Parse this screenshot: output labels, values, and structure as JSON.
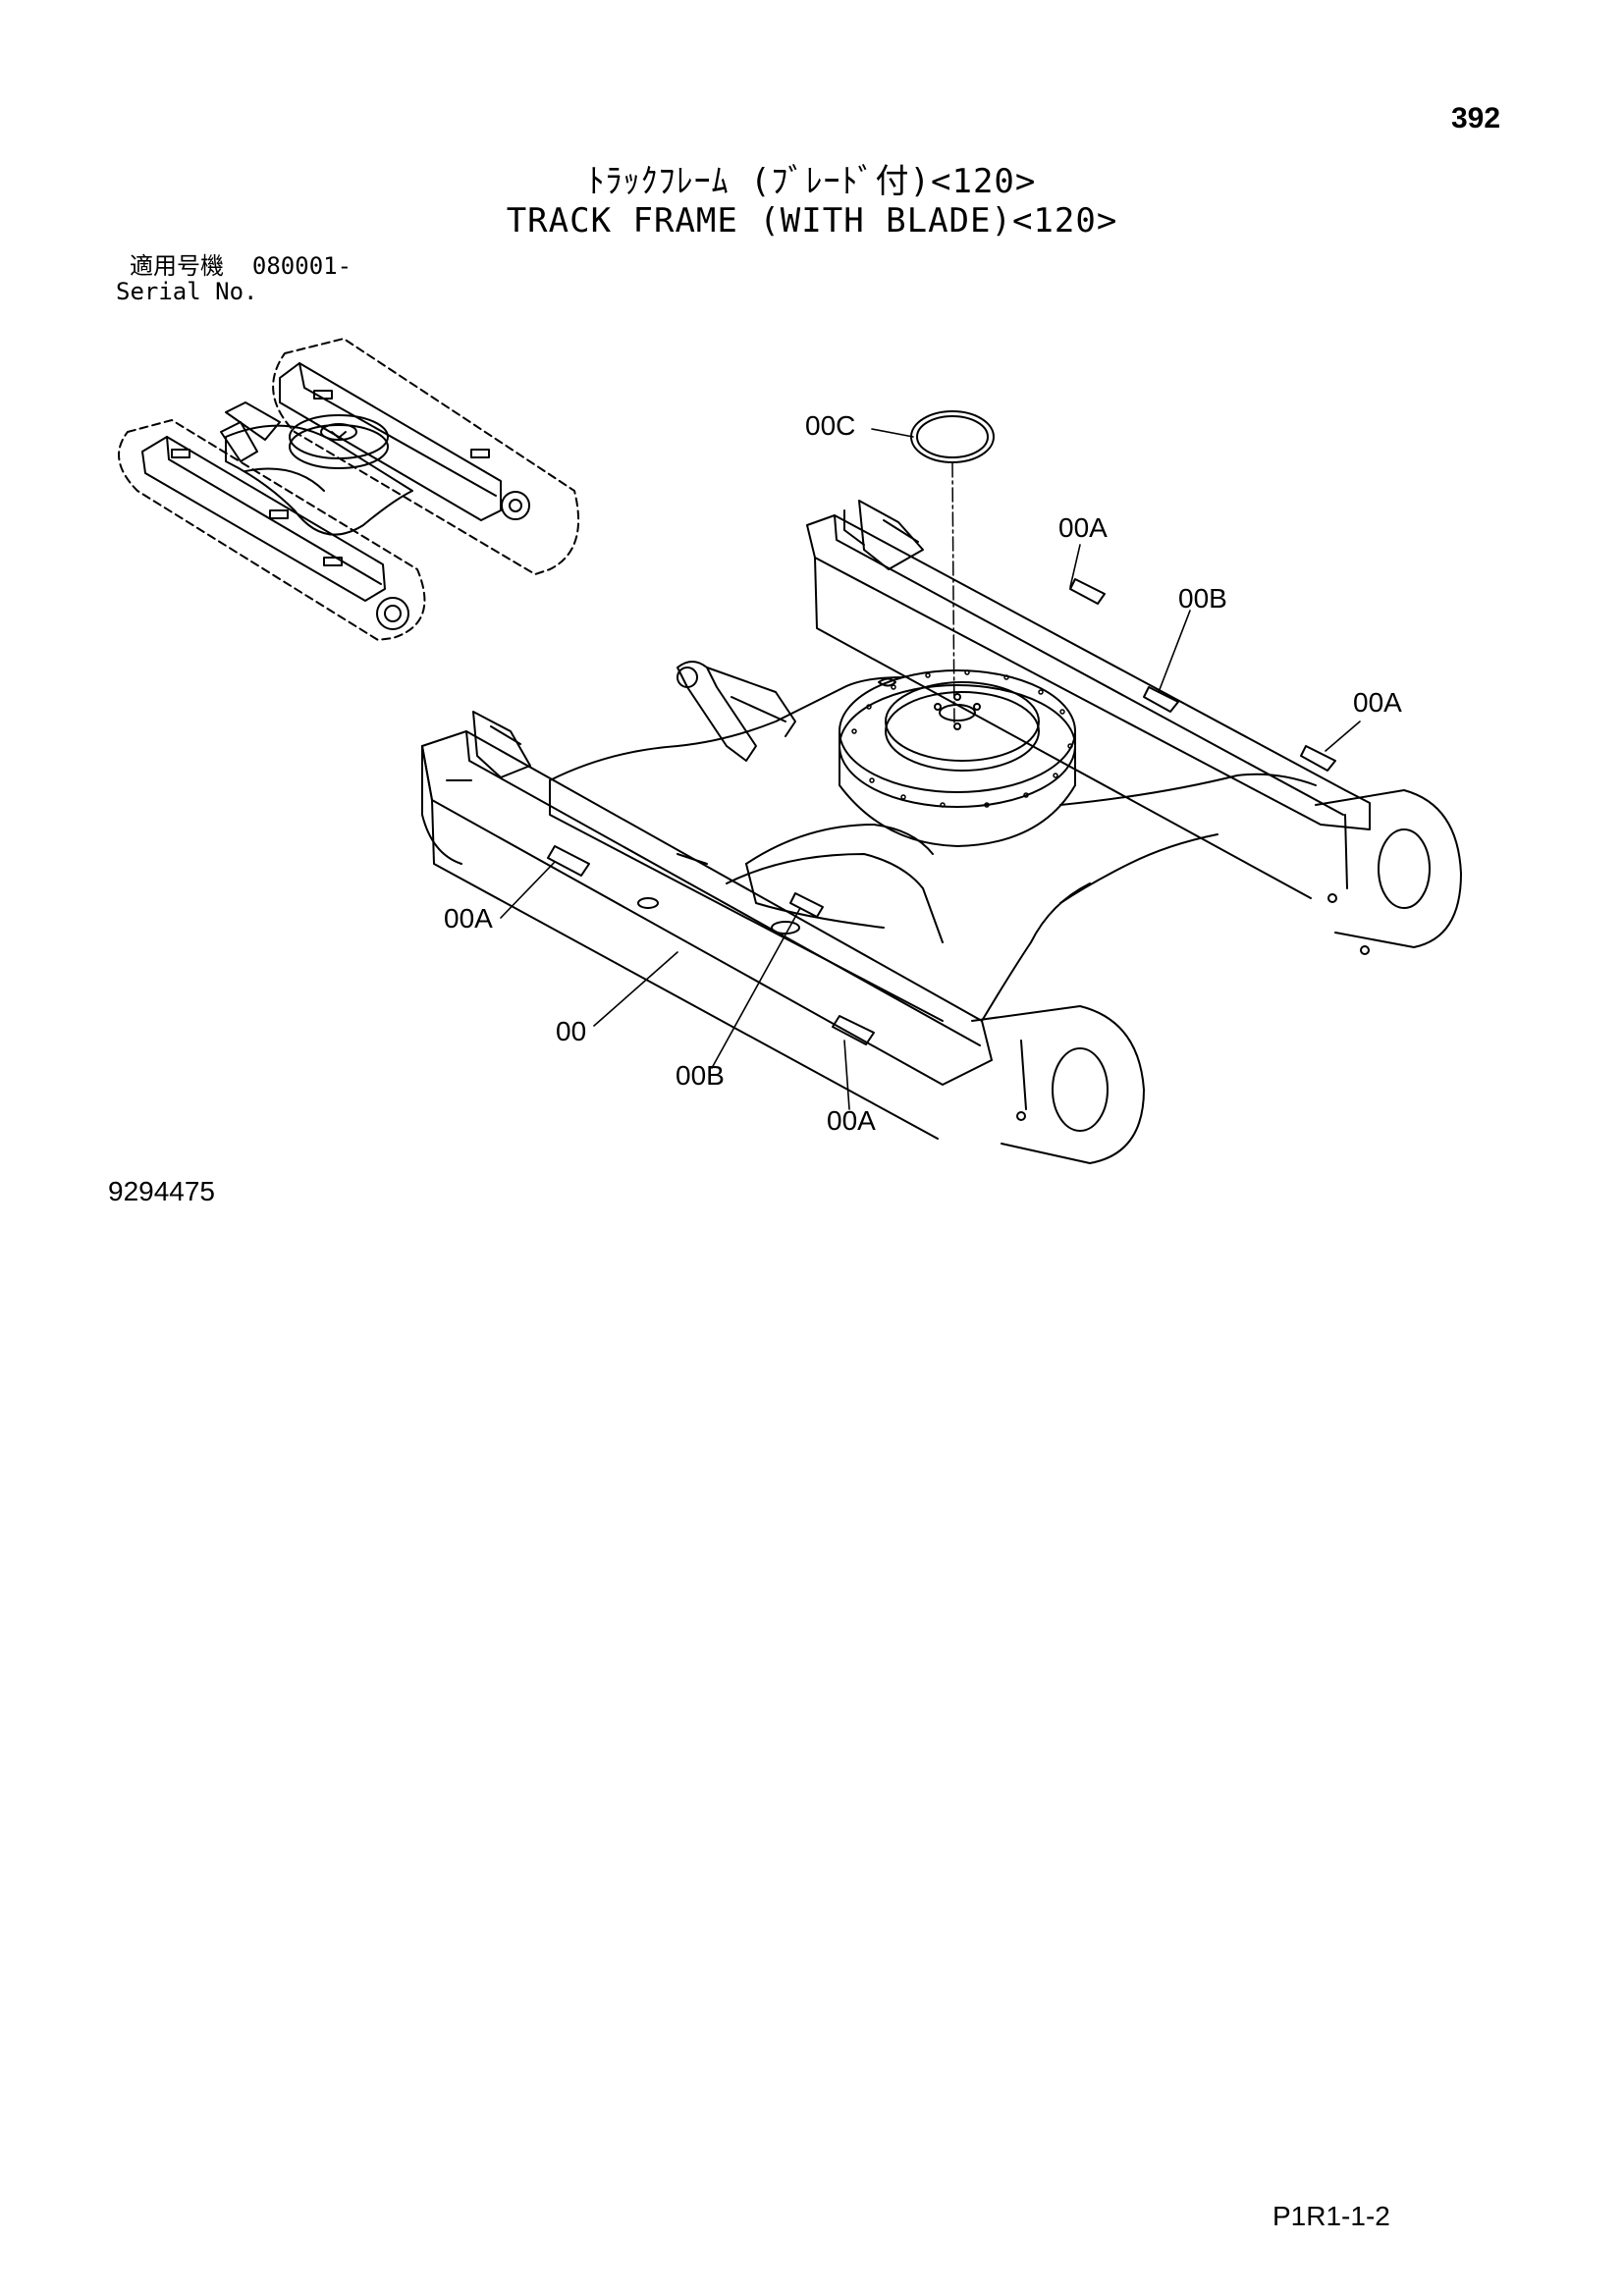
{
  "page_number": "392",
  "title_jp": "ﾄﾗｯｸﾌﾚｰﾑ (ﾌﾞﾚｰﾄﾞ付)<120>",
  "title_en": "TRACK FRAME (WITH BLADE)<120>",
  "serial": {
    "label_jp": "適用号機",
    "value": "080001-",
    "label_en": "Serial No."
  },
  "callouts": {
    "c00C": "00C",
    "c00A_top": "00A",
    "c00B_top": "00B",
    "c00A_right": "00A",
    "c00A_left": "00A",
    "c00": "00",
    "c00B_bottom": "00B",
    "c00A_bottom": "00A"
  },
  "drawing_number": "9294475",
  "page_code": "P1R1-1-2"
}
